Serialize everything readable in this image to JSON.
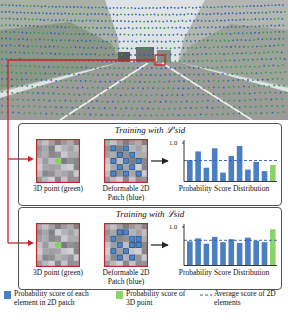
{
  "diagram": {
    "nodes": [
      {
        "text": [
          "Training with ℒ′sid"
        ]
      },
      {
        "text": [
          "3D point (green)"
        ],
        "in": 0
      },
      {
        "text": [
          "Deformable 2D Patch (blue)"
        ],
        "in": 0
      },
      {
        "text": [
          "Probability Score Distribution"
        ],
        "in": 0
      },
      {
        "text": [
          "Training with ℒsid"
        ]
      },
      {
        "text": [
          "3D point (green)"
        ],
        "in": 4
      },
      {
        "text": [
          "Deformable 2D Patch (blue)"
        ],
        "in": 4
      },
      {
        "text": [
          "Probability Score Distribution"
        ],
        "in": 4
      }
    ],
    "edges": [
      {
        "from": 2,
        "to": 3,
        "arrow": "to"
      },
      {
        "from": 6,
        "to": 7,
        "arrow": "to"
      }
    ],
    "labels": [
      "1.0",
      "1.0"
    ],
    "legend": [
      {
        "text": "Probability score of each element in 2D patch",
        "color": "#4a7fc1"
      },
      {
        "text": "Probability score of 3D point",
        "color": "#8fd16b"
      },
      {
        "text": "Average score of 2D elements"
      }
    ]
  }
}
